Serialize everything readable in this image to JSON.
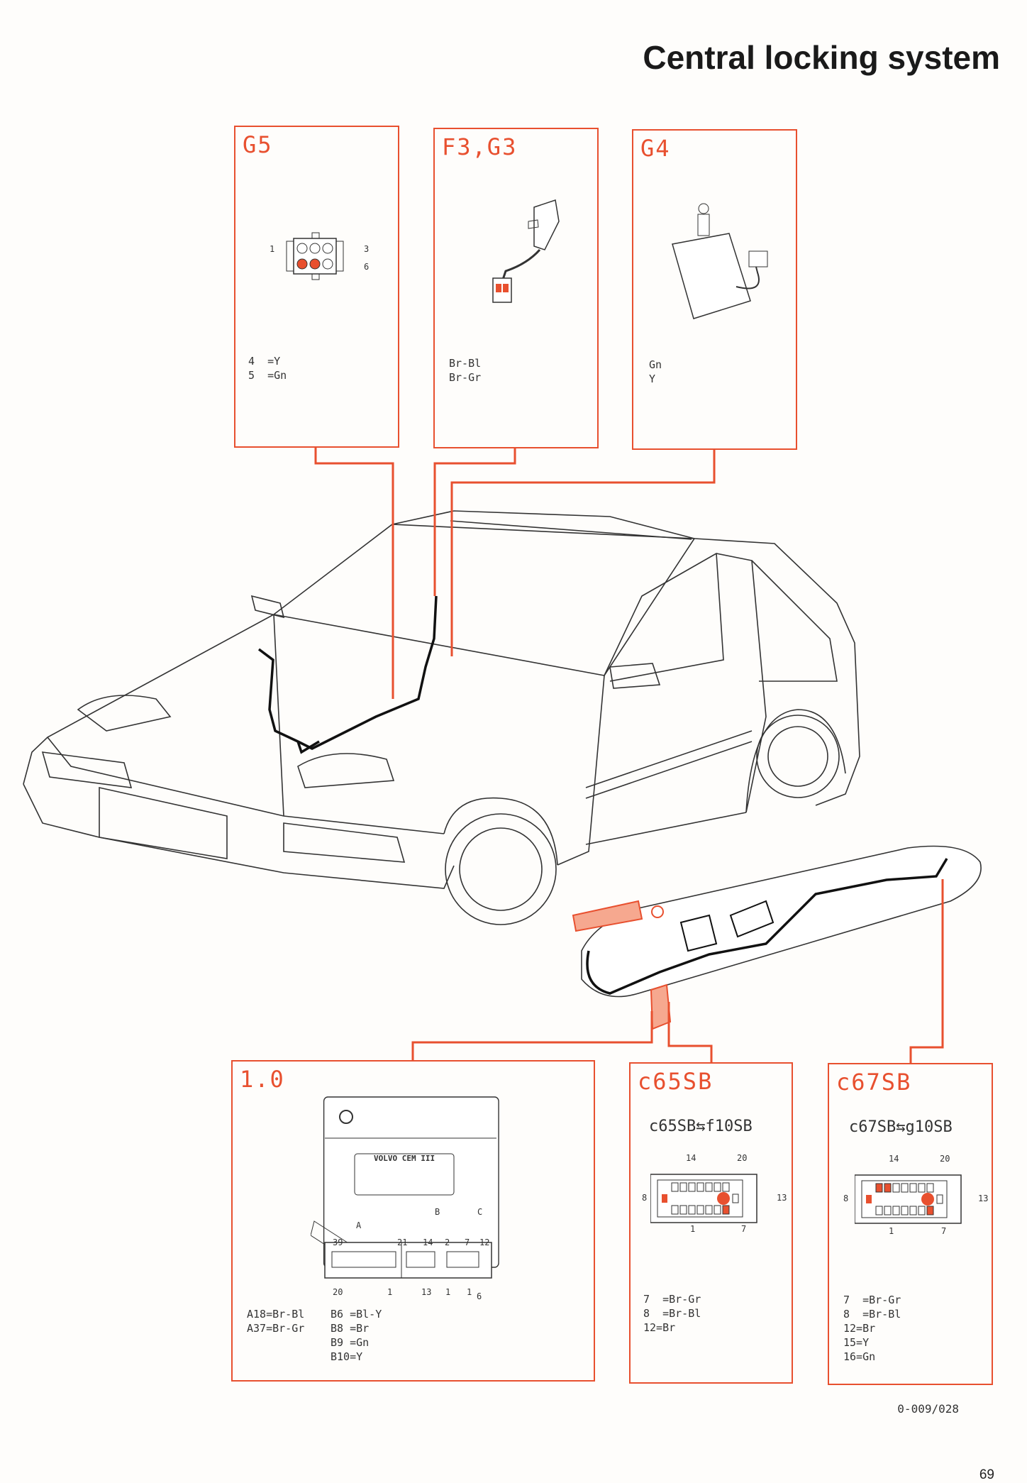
{
  "title": "Central locking system",
  "colors": {
    "accent": "#e8502f",
    "line": "#222222"
  },
  "boxes": {
    "g5": {
      "label": "G5",
      "pins": {
        "p1": "1",
        "p3": "3",
        "p6": "6"
      },
      "legend": [
        "4  =Y",
        "5  =Gn"
      ]
    },
    "f3g3": {
      "label": "F3,G3",
      "legend": [
        "Br-Bl",
        "Br-Gr"
      ]
    },
    "g4": {
      "label": "G4",
      "legend": [
        "Gn",
        "Y"
      ]
    },
    "cem": {
      "label": "1.0",
      "brand": "VOLVO CEM III",
      "conn_labels": {
        "a": "A",
        "b": "B",
        "c": "C"
      },
      "pins_top": [
        "39",
        "21",
        "14",
        "2",
        "7",
        "12"
      ],
      "pins_bottom": [
        "20",
        "1",
        "13",
        "1",
        "1",
        "6"
      ],
      "legend_a": [
        "A18=Br-Bl",
        "A37=Br-Gr"
      ],
      "legend_b": [
        "B6 =Bl-Y",
        "B8 =Br",
        "B9 =Gn",
        "B10=Y"
      ]
    },
    "c65sb": {
      "label": "c65SB",
      "subtitle": "c65SB⇆f10SB",
      "pins": {
        "p14": "14",
        "p20": "20",
        "p8": "8",
        "p13": "13",
        "p1": "1",
        "p7": "7"
      },
      "legend": [
        "7  =Br-Gr",
        "8  =Br-Bl",
        "12=Br"
      ]
    },
    "c67sb": {
      "label": "c67SB",
      "subtitle": "c67SB⇆g10SB",
      "pins": {
        "p14": "14",
        "p20": "20",
        "p8": "8",
        "p13": "13",
        "p1": "1",
        "p7": "7"
      },
      "legend": [
        "7  =Br-Gr",
        "8  =Br-Bl",
        "12=Br",
        "15=Y",
        "16=Gn"
      ]
    }
  },
  "doc_number": "0-009/028",
  "page_number": "69"
}
